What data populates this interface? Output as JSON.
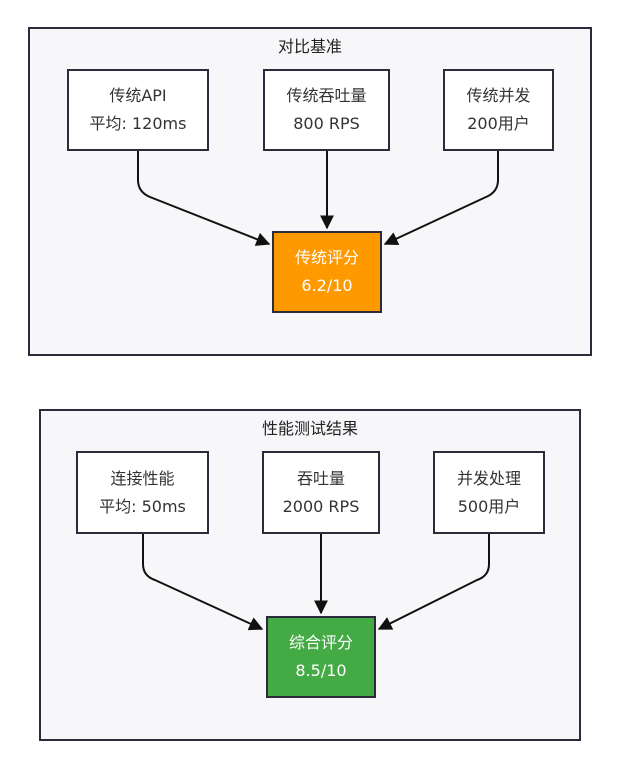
{
  "baseline": {
    "title": "对比基准",
    "nodes": {
      "api": {
        "line1": "传统API",
        "line2": "平均: 120ms"
      },
      "throughput": {
        "line1": "传统吞吐量",
        "line2": "800 RPS"
      },
      "concurrency": {
        "line1": "传统并发",
        "line2": "200用户"
      },
      "score": {
        "line1": "传统评分",
        "line2": "6.2/10"
      }
    }
  },
  "results": {
    "title": "性能测试结果",
    "nodes": {
      "connection": {
        "line1": "连接性能",
        "line2": "平均: 50ms"
      },
      "throughput": {
        "line1": "吞吐量",
        "line2": "2000 RPS"
      },
      "concurrency": {
        "line1": "并发处理",
        "line2": "500用户"
      },
      "score": {
        "line1": "综合评分",
        "line2": "8.5/10"
      }
    }
  },
  "colors": {
    "baseline_score_fill": "#ff9900",
    "results_score_fill": "#44aa44",
    "group_fill": "#f7f7fa",
    "stroke": "#2b2b3b"
  }
}
